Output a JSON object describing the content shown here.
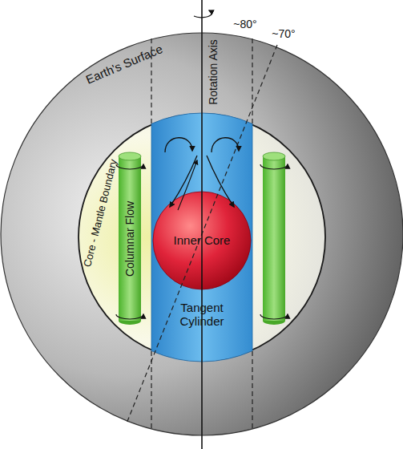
{
  "diagram": {
    "nodes": [
      {
        "text": [
          "Earth's Surface"
        ]
      },
      {
        "text": [
          "Core - Mantle Boundary"
        ],
        "in": 0
      },
      {
        "text": [
          "Tangent Cylinder"
        ],
        "in": 1
      },
      {
        "text": [
          "Inner Core"
        ],
        "in": 2
      },
      {
        "text": [
          "Columnar Flow"
        ],
        "in": 1
      }
    ],
    "labels": [
      "~80°",
      "~70°",
      "Rotation Axis"
    ]
  }
}
